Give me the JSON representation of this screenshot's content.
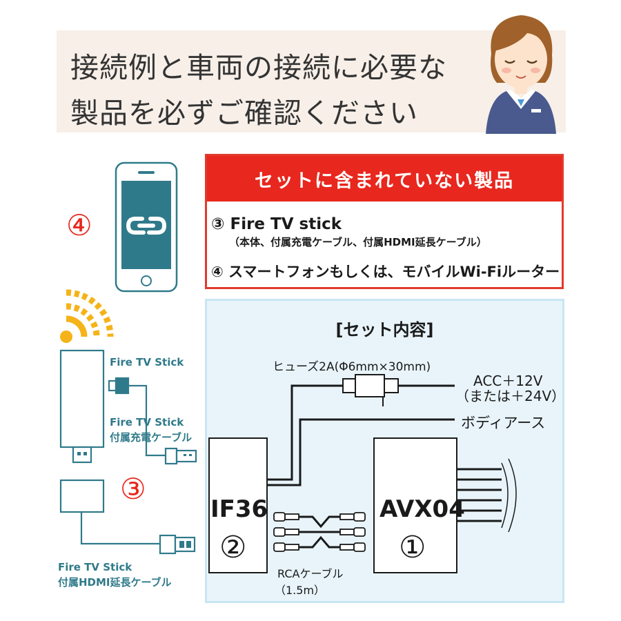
{
  "banner": {
    "line1": "接続例と車両の接続に必要な",
    "line2": "製品を必ずご確認ください"
  },
  "not_included": {
    "title": "セットに含まれていない製品",
    "item3": "③ Fire TV stick",
    "item3_sub": "（本体、付属充電ケーブル、付属HDMI延長ケーブル）",
    "item4": "④ スマートフォンもしくは、モバイルWi-Fiルーター"
  },
  "set": {
    "title": "[セット内容]",
    "fuse": "ヒューズ2A(Φ6mm×30mm)",
    "acc1": "ACC＋12V",
    "acc2": "（または＋24V）",
    "ground": "ボディアース",
    "if36": "IF36",
    "if36_num": "②",
    "avx04": "AVX04",
    "avx04_num": "①",
    "rca1": "RCAケーブル",
    "rca2": "（1.5m）"
  },
  "left": {
    "num4": "④",
    "num3": "③",
    "stick_label": "Fire TV Stick",
    "charge1": "Fire TV Stick",
    "charge2": "付属充電ケーブル",
    "hdmi1": "Fire TV Stick",
    "hdmi2": "付属HDMI延長ケーブル"
  },
  "colors": {
    "accent_red": "#e8271e",
    "teal": "#2f7a8a",
    "wifi": "#f5b319",
    "set_bg": "#e8f4fa",
    "banner_bg": "#f7efe8"
  }
}
